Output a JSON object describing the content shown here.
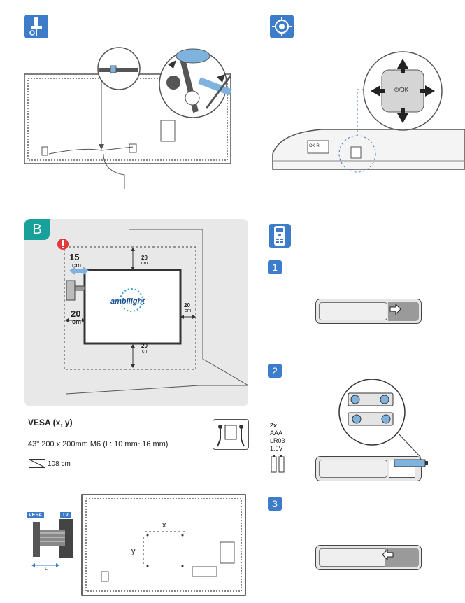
{
  "sections": {
    "cable": {
      "icon": "cable-tie-icon"
    },
    "joystick": {
      "icon": "joystick-icon",
      "center_label": "⏻/OK",
      "side_labels": "OK  R"
    },
    "wall_mount": {
      "badge": "B",
      "warning_icon": "warning-icon",
      "tv_logo": "ambilight",
      "dims": {
        "left_top_value": "15",
        "left_top_unit": "cm",
        "top_value": "20",
        "top_unit": "cm",
        "left_value": "20",
        "left_unit": "cm",
        "right_value": "20",
        "right_unit": "cm",
        "bottom_value": "20",
        "bottom_unit": "cm"
      },
      "vesa_title": "VESA (x, y)",
      "vesa_spec": "43\"  200 x 200mm M6 (L: 10 mm~16 mm)",
      "size_label": "108 cm",
      "two_person_icon": "two-person-lift-icon",
      "diagram_labels": {
        "vesa": "VESA",
        "tv": "TV",
        "l": "L",
        "x": "x",
        "y": "y"
      }
    },
    "remote": {
      "icon": "remote-icon",
      "steps": [
        "1",
        "2",
        "3"
      ],
      "battery_qty": "2x",
      "battery_type1": "AAA",
      "battery_type2": "LR03",
      "battery_voltage": "1.5V"
    }
  }
}
